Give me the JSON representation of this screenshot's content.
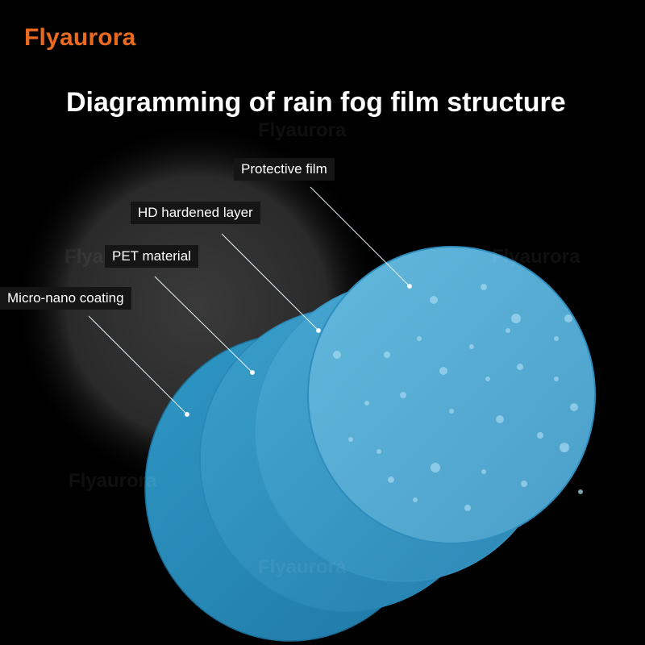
{
  "brand": {
    "name": "Flyaurora",
    "color": "#ea6a1f"
  },
  "title": "Diagramming of rain fog film structure",
  "layers": [
    {
      "label": "Micro-nano coating"
    },
    {
      "label": "PET material"
    },
    {
      "label": "HD hardened layer"
    },
    {
      "label": "Protective film"
    }
  ],
  "watermark": "Flyaurora",
  "colors": {
    "background": "#000000",
    "disc_dark": "#2b8fbd",
    "disc_light": "#56add2",
    "text": "#ffffff"
  }
}
